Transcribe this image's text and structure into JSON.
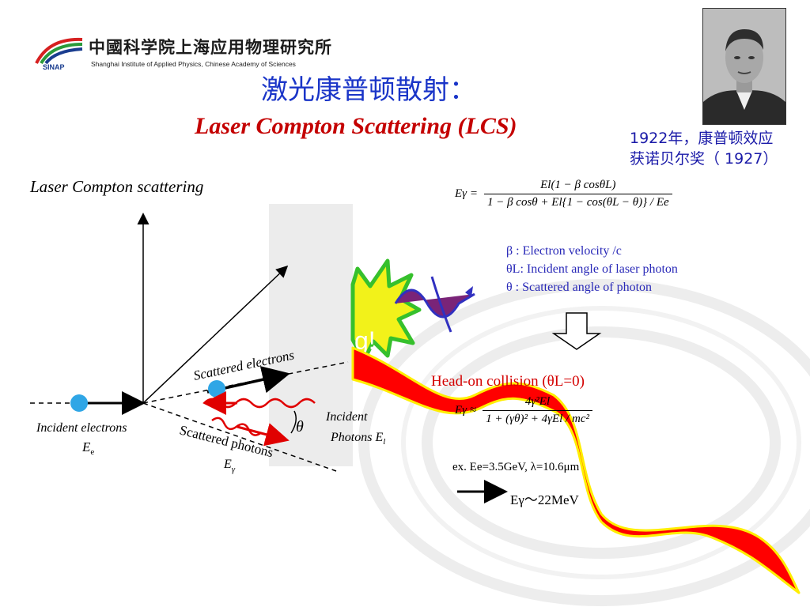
{
  "header": {
    "institute_cn": "中國科学院上海应用物理研究所",
    "institute_en": "Shanghai Institute of Applied Physics, Chinese Academy of Sciences",
    "logo_text": "SINAP"
  },
  "title": {
    "chinese": "激光康普顿散射：",
    "english": "Laser Compton Scattering (LCS)"
  },
  "nobel_note": {
    "line1": "1922年，康普顿效应",
    "line2": "获诺贝尔奖（ 1927）"
  },
  "diagram": {
    "caption": "Laser Compton scattering",
    "scattered_electrons": "Scattered electrons",
    "incident_electrons": "Incident electrons",
    "electron_energy": "E",
    "electron_energy_sub": "e",
    "scattered_photons": "Scattered photons",
    "photon_energy": "E",
    "photon_energy_sub": "γ",
    "incident_photons_1": "Incident",
    "incident_photons_2": "Photons E",
    "incident_photons_sub": "l",
    "theta": "θ",
    "burst_text": "g!"
  },
  "formula_main": {
    "lhs": "Eγ =",
    "numerator": "El(1 − β cosθL)",
    "denominator": "1 − β cosθ + El{1 − cos(θL − θ)} / Ee"
  },
  "legend": {
    "beta": "β : Electron velocity /c",
    "thetaL": "θL: Incident angle of laser photon",
    "theta": "θ : Scattered angle of photon"
  },
  "headon": {
    "label": "Head-on collision (θL=0)",
    "lhs": "Eγ ≈",
    "numerator": "4γ²El",
    "denominator": "1 + (γθ)² + 4γEl / mc²"
  },
  "example": {
    "text": "ex. Ee=3.5GeV, λ=10.6μm",
    "result": "Eγ～22MeV"
  },
  "colors": {
    "title_blue": "#1a35c8",
    "title_red": "#c40000",
    "wave_red": "#ff0000",
    "wave_edge": "#ffee00",
    "burst_fill": "#f2f21a",
    "burst_edge": "#36c02c",
    "electron": "#2fa6e6"
  }
}
